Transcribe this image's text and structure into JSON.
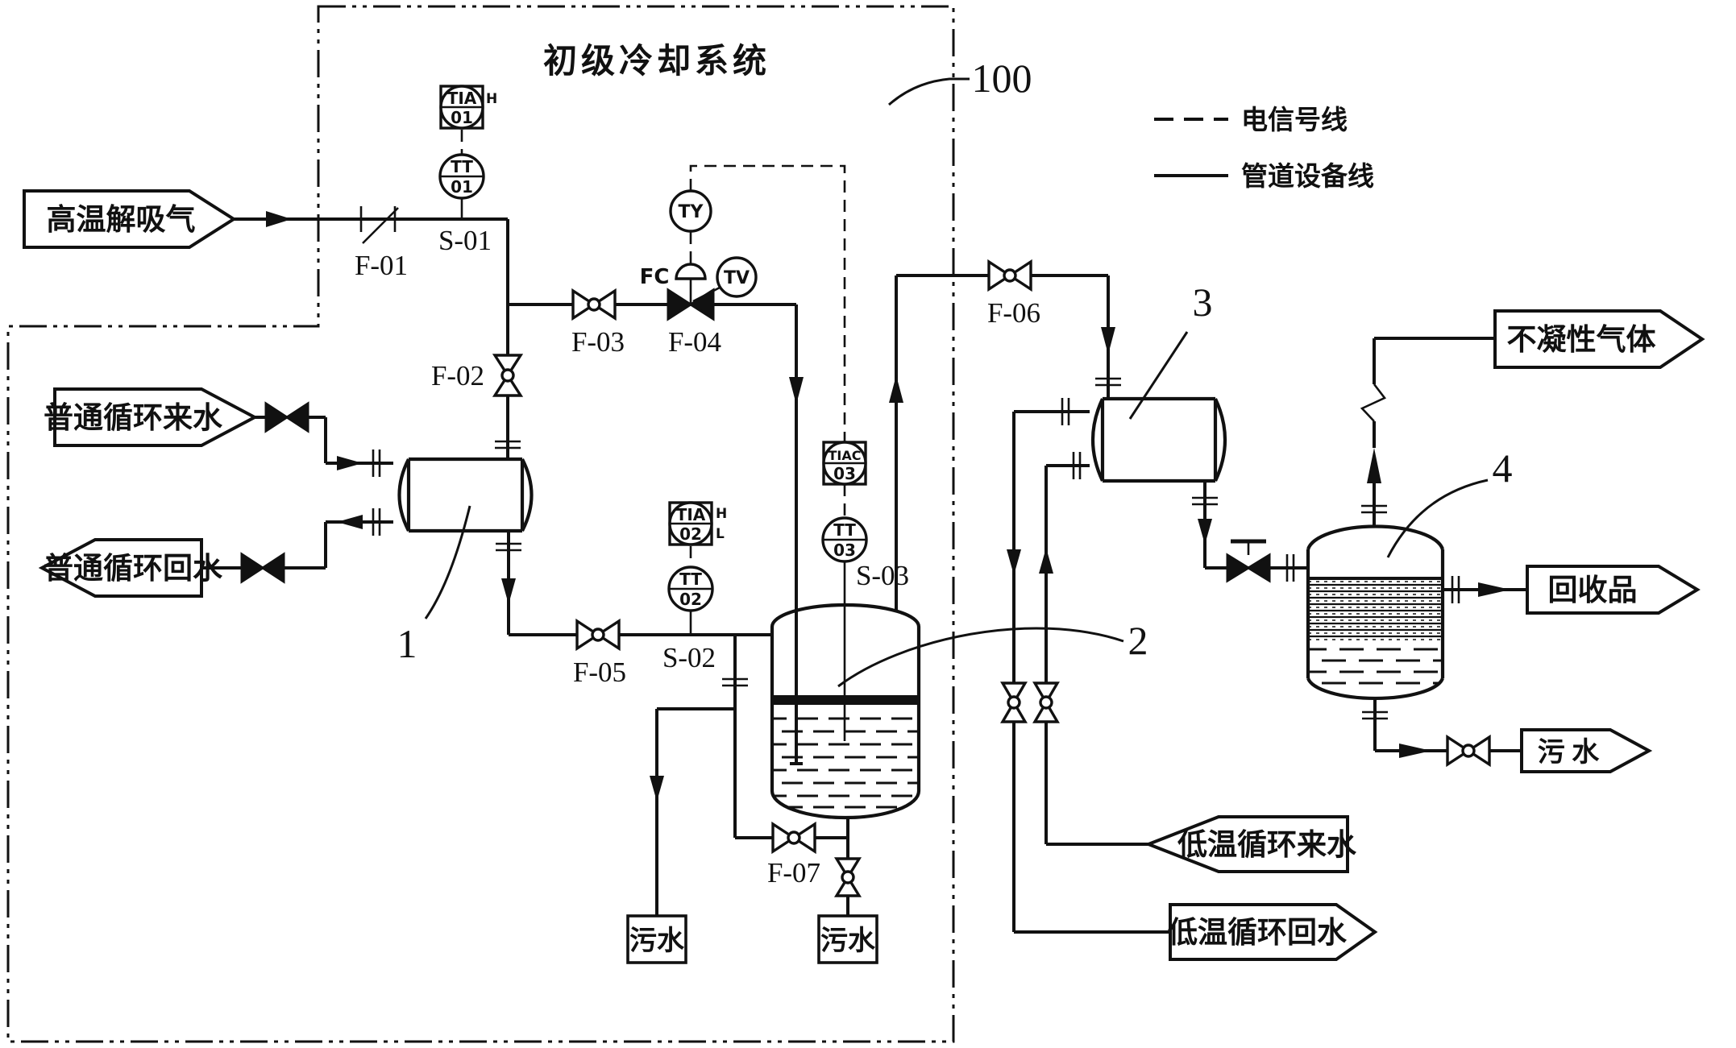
{
  "title": "初级冷却系统",
  "system_tag": "100",
  "legend": {
    "signal_line": "电信号线",
    "pipe_line": "管道设备线"
  },
  "streams": {
    "hot_gas": "高温解吸气",
    "normal_water_in": "普通循环来水",
    "normal_water_out": "普通循环回水",
    "noncondensable_gas": "不凝性气体",
    "recovered_product": "回收品",
    "sewage_left": "污水",
    "sewage_center": "污水",
    "sewage_right": "污 水",
    "cold_water_in": "低温循环来水",
    "cold_water_out": "低温循环回水"
  },
  "valves": {
    "f01": "F-01",
    "f02": "F-02",
    "f03": "F-03",
    "f04": "F-04",
    "f05": "F-05",
    "f06": "F-06",
    "f07": "F-07"
  },
  "sensors": {
    "s01": "S-01",
    "s02": "S-02",
    "s03": "S-03"
  },
  "instruments": {
    "tia01": {
      "l1": "TIA",
      "l2": "01",
      "alarm_h": "H"
    },
    "tt01": {
      "l1": "TT",
      "l2": "01"
    },
    "tia02": {
      "l1": "TIA",
      "l2": "02",
      "alarm_h": "H",
      "alarm_l": "L"
    },
    "tt02": {
      "l1": "TT",
      "l2": "02"
    },
    "tiac03": {
      "l1": "TIAC",
      "l2": "03"
    },
    "tt03": {
      "l1": "TT",
      "l2": "03"
    },
    "ty": "TY",
    "tv": "TV",
    "fc": "FC"
  },
  "equipment": {
    "tank1": "1",
    "tank2": "2",
    "tank3": "3",
    "tank4": "4"
  }
}
